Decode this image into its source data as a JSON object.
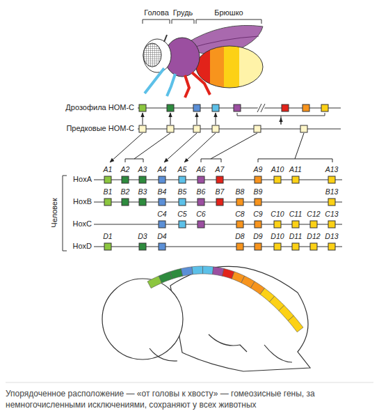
{
  "diagram": {
    "caption": "Упорядоченное расположение — «от головы к хвосту» — гомеозисные гены, за немногочисленными исключениями, сохраняют у всех животных",
    "labels": [
      "Голова",
      "Грудь",
      "Брюшко",
      "Дрозофила HOM-C",
      "Предковые HOM-C",
      "Человек",
      "HoxA",
      "HoxB",
      "HoxC",
      "HoxD",
      "A1",
      "A2",
      "A3",
      "A4",
      "A5",
      "A6",
      "A7",
      "A9",
      "A10",
      "A11",
      "A13",
      "B1",
      "B2",
      "B3",
      "B4",
      "B5",
      "B6",
      "B7",
      "B8",
      "B9",
      "B13",
      "C4",
      "C5",
      "C6",
      "C8",
      "C9",
      "C10",
      "C11",
      "C12",
      "C13",
      "D1",
      "D3",
      "D4",
      "D8",
      "D9",
      "D10",
      "D11",
      "D12",
      "D13"
    ]
  }
}
